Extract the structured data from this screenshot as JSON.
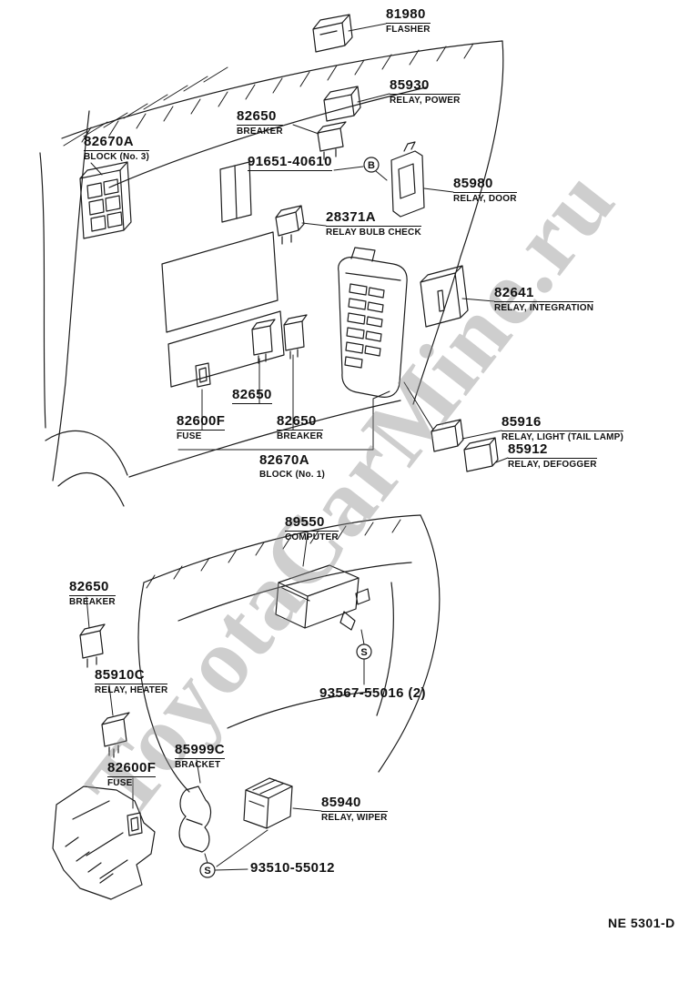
{
  "meta": {
    "watermark": "ToyotaCarMine.ru",
    "diagram_code": "NE 5301-D"
  },
  "symbols": {
    "b": "B",
    "s": "S"
  },
  "labels": {
    "flasher": {
      "number": "81980",
      "desc": "FLASHER"
    },
    "relay_power": {
      "number": "85930",
      "desc": "RELAY, POWER"
    },
    "breaker_top": {
      "number": "82650",
      "desc": "BREAKER"
    },
    "bolt_b": {
      "number": "91651-40610"
    },
    "relay_door": {
      "number": "85980",
      "desc": "RELAY, DOOR"
    },
    "block_no3": {
      "number": "82670A",
      "desc": "BLOCK (No. 3)"
    },
    "relay_bulb_check": {
      "number": "28371A",
      "desc": "RELAY BULB CHECK"
    },
    "relay_integration": {
      "number": "82641",
      "desc": "RELAY, INTEGRATION"
    },
    "breaker_mid": {
      "number": "82650"
    },
    "fuse_mid": {
      "number": "82600F",
      "desc": "FUSE"
    },
    "breaker_mid2": {
      "number": "82650",
      "desc": "BREAKER"
    },
    "block_no1": {
      "number": "82670A",
      "desc": "BLOCK (No. 1)"
    },
    "relay_light_tail": {
      "number": "85916",
      "desc": "RELAY, LIGHT (TAIL LAMP)"
    },
    "relay_defogger": {
      "number": "85912",
      "desc": "RELAY, DEFOGGER"
    },
    "computer": {
      "number": "89550",
      "desc": "COMPUTER"
    },
    "breaker_lower": {
      "number": "82650",
      "desc": "BREAKER"
    },
    "relay_heater": {
      "number": "85910C",
      "desc": "RELAY, HEATER"
    },
    "screw_s1": {
      "number": "93567-55016 (2)"
    },
    "bracket": {
      "number": "85999C",
      "desc": "BRACKET"
    },
    "fuse_lower": {
      "number": "82600F",
      "desc": "FUSE"
    },
    "relay_wiper": {
      "number": "85940",
      "desc": "RELAY, WIPER"
    },
    "screw_s2": {
      "number": "93510-55012"
    }
  }
}
